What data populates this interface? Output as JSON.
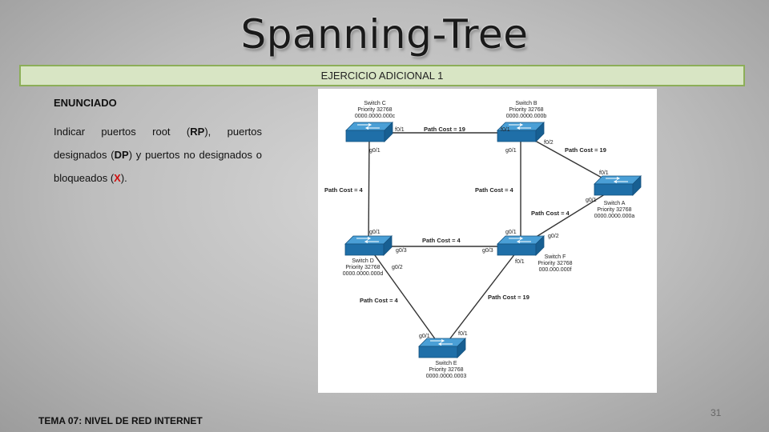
{
  "slide": {
    "title": "Spanning-Tree",
    "banner": "EJERCICIO ADICIONAL 1",
    "heading": "ENUNCIADO",
    "statement": {
      "p1": "Indicar puertos root (",
      "rp": "RP",
      "p2": "), puertos designados (",
      "dp": "DP",
      "p3": ") y puertos no designados o bloqueados (",
      "x": "X",
      "p4": ")."
    },
    "page_number": "31",
    "footer": "TEMA 07: NIVEL DE RED INTERNET"
  },
  "diagram": {
    "colors": {
      "switch_top": "#4a9fd6",
      "switch_side": "#1f6fa8",
      "link": "#333333",
      "background": "#ffffff"
    },
    "switches": [
      {
        "id": "C",
        "name": "Switch C",
        "priority": "Priority 32768",
        "mac": "0000.0000.000c"
      },
      {
        "id": "B",
        "name": "Switch B",
        "priority": "Priority 32768",
        "mac": "0000.0000.000b"
      },
      {
        "id": "A",
        "name": "Switch A",
        "priority": "Priority 32768",
        "mac": "0000.0000.000a"
      },
      {
        "id": "D",
        "name": "Switch D",
        "priority": "Priority 32768",
        "mac": "0000.0000.000d"
      },
      {
        "id": "F",
        "name": "Switch F",
        "priority": "Priority 32768",
        "mac": "000.000.000f"
      },
      {
        "id": "E",
        "name": "Switch E",
        "priority": "Priority 32768",
        "mac": "0000.0000.0003"
      }
    ],
    "links": [
      {
        "id": "CB",
        "from": "C",
        "to": "B",
        "cost": "Path Cost = 19",
        "from_port": "f0/1",
        "to_port": "f0/1"
      },
      {
        "id": "BA",
        "from": "B",
        "to": "A",
        "cost": "Path Cost = 19",
        "from_port": "f0/2",
        "to_port": "f0/1"
      },
      {
        "id": "CD",
        "from": "C",
        "to": "D",
        "cost": "Path Cost = 4",
        "from_port": "g0/1",
        "to_port": "g0/1"
      },
      {
        "id": "BF",
        "from": "B",
        "to": "F",
        "cost": "Path Cost = 4",
        "from_port": "g0/1",
        "to_port": "g0/1"
      },
      {
        "id": "AF",
        "from": "A",
        "to": "F",
        "cost": "Path Cost = 4",
        "from_port": "g0/1",
        "to_port": "g0/2"
      },
      {
        "id": "DF",
        "from": "D",
        "to": "F",
        "cost": "Path Cost = 4",
        "from_port": "g0/3",
        "to_port": "g0/3"
      },
      {
        "id": "DE",
        "from": "D",
        "to": "E",
        "cost": "Path Cost = 4",
        "from_port": "g0/2",
        "to_port": "g0/1"
      },
      {
        "id": "FE",
        "from": "F",
        "to": "E",
        "cost": "Path Cost = 19",
        "from_port": "f0/1",
        "to_port": "f0/1"
      }
    ]
  }
}
